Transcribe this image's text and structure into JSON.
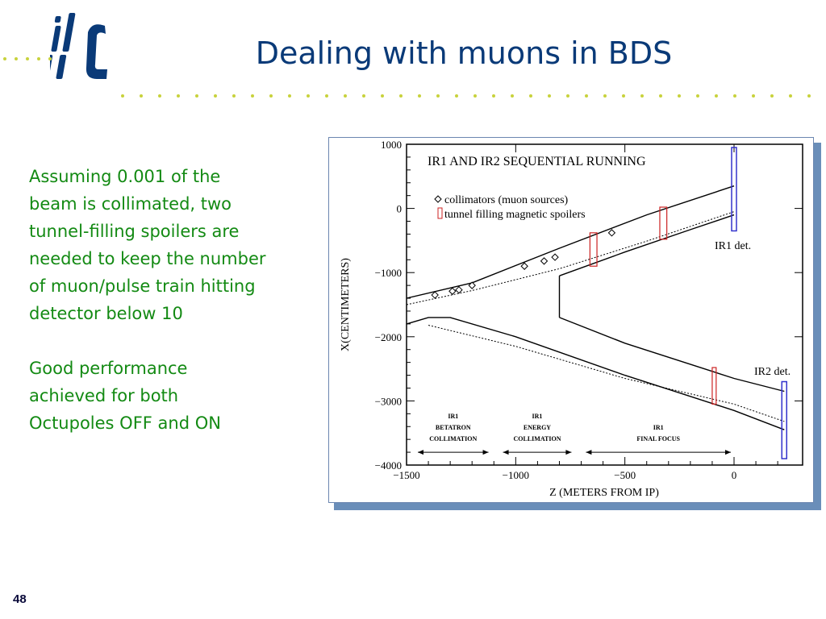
{
  "slide": {
    "logo_text": "ilc",
    "title": "Dealing with muons in BDS",
    "paragraphs": [
      [
        "Assuming 0.001 of the",
        "beam is collimated, two",
        "tunnel-filling spoilers are",
        "needed to keep the number",
        "of muon/pulse train hitting",
        "detector below 10"
      ],
      [
        "Good performance",
        "achieved for both",
        "Octupoles OFF and ON"
      ]
    ],
    "page_number": "48"
  },
  "colors": {
    "title": "#0a3a78",
    "body": "#138a13",
    "dots": "#c8d23c",
    "frame_shadow": "#6a8eb9",
    "ir1_detector": "#3333cc",
    "spoiler": "#cc2222"
  },
  "chart_data": {
    "type": "line",
    "title": "IR1 AND IR2 SEQUENTIAL RUNNING",
    "xlabel": "Z (METERS FROM IP)",
    "ylabel": "X(CENTIMETERS)",
    "xlim": [
      -1500,
      250
    ],
    "ylim": [
      -4000,
      1000
    ],
    "xticks": [
      -1500,
      -1000,
      -500,
      0
    ],
    "yticks": [
      1000,
      0,
      -1000,
      -2000,
      -3000,
      -4000
    ],
    "xtick_labels": [
      "−1500",
      "−1000",
      "−500",
      "0"
    ],
    "ytick_labels": [
      "1000",
      "0",
      "−1000",
      "−2000",
      "−3000",
      "−4000"
    ],
    "legend": [
      "collimators (muon sources)",
      "tunnel filling magnetic spoilers"
    ],
    "annotations": {
      "ir1_det": "IR1 det.",
      "ir2_det": "IR2 det."
    },
    "regions": [
      {
        "lines": [
          "IR1",
          "BETATRON",
          "COLLIMATION"
        ],
        "x_range": [
          -1500,
          -1110
        ]
      },
      {
        "lines": [
          "IR1",
          "ENERGY",
          "COLLIMATION"
        ],
        "x_range": [
          -1110,
          -730
        ]
      },
      {
        "lines": [
          "IR1",
          "FINAL FOCUS"
        ],
        "x_range": [
          -730,
          0
        ]
      }
    ],
    "series": [
      {
        "values": [
          [
            -1500,
            -1400
          ],
          [
            -1200,
            -1160
          ],
          [
            -800,
            -620
          ],
          [
            -400,
            -100
          ],
          [
            0,
            350
          ]
        ]
      },
      {
        "values": [
          [
            -800,
            -1050
          ],
          [
            -500,
            -680
          ],
          [
            -200,
            -330
          ],
          [
            0,
            -100
          ]
        ]
      },
      {
        "values": [
          [
            -800,
            -1050
          ],
          [
            -800,
            -1700
          ]
        ]
      },
      {
        "values": [
          [
            -800,
            -1700
          ],
          [
            -500,
            -2100
          ],
          [
            0,
            -2650
          ],
          [
            230,
            -2850
          ]
        ]
      },
      {
        "values": [
          [
            -1500,
            -1800
          ],
          [
            -1400,
            -1700
          ],
          [
            -1300,
            -1700
          ],
          [
            -1000,
            -2000
          ],
          [
            -500,
            -2600
          ],
          [
            0,
            -3150
          ],
          [
            230,
            -3450
          ]
        ]
      },
      {
        "values": [
          [
            -1500,
            -1500
          ],
          [
            -1200,
            -1280
          ],
          [
            -800,
            -940
          ],
          [
            -400,
            -510
          ],
          [
            0,
            -50
          ]
        ]
      },
      {
        "values": [
          [
            -1400,
            -1820
          ],
          [
            -1000,
            -2150
          ],
          [
            -500,
            -2650
          ],
          [
            0,
            -3050
          ],
          [
            230,
            -3320
          ]
        ]
      }
    ],
    "collimators": [
      [
        -1370,
        -1350
      ],
      [
        -1290,
        -1290
      ],
      [
        -1260,
        -1270
      ],
      [
        -1200,
        -1200
      ],
      [
        -960,
        -900
      ],
      [
        -870,
        -820
      ],
      [
        -820,
        -760
      ],
      [
        -560,
        -380
      ]
    ],
    "spoilers": [
      [
        -660,
        -600,
        -900,
        -380
      ],
      [
        -340,
        -280,
        -480,
        20
      ],
      [
        -100,
        -80,
        -3050,
        -2480
      ]
    ],
    "ir1_detector": [
      0,
      -350,
      950
    ],
    "ir2_detector": [
      230,
      -3900,
      -2700
    ]
  }
}
